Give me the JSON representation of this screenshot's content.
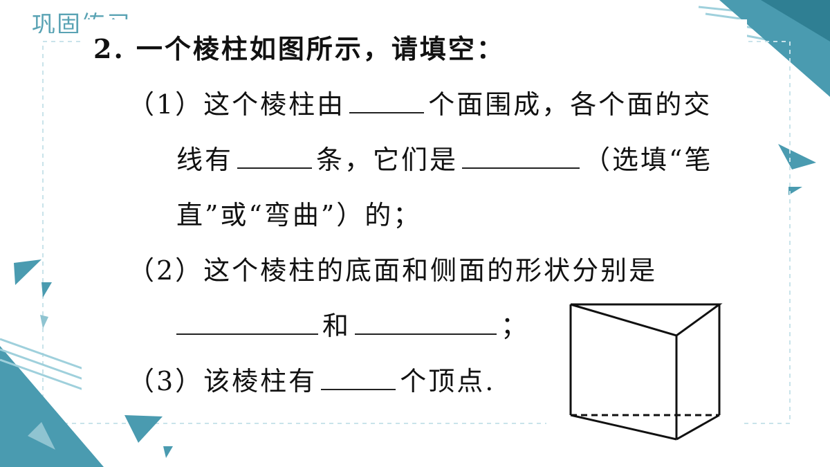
{
  "header": {
    "section_title": "巩固练习"
  },
  "question": {
    "stem": "2. 一个棱柱如图所示，请填空：",
    "p1_a": "（1）这个棱柱由",
    "p1_b": "个面围成，各个面的交",
    "p1_c": "线有",
    "p1_d": "条，它们是",
    "p1_e": "（选填“笔",
    "p1_f": "直”或“弯曲”）的；",
    "p2_a": "（2）这个棱柱的底面和侧面的形状分别是",
    "p2_b": "和",
    "p2_c": "；",
    "p3_a": "（3）该棱柱有",
    "p3_b": "个顶点."
  },
  "colors": {
    "accent": "#4a9bb0",
    "accent_light": "#a9d3dd"
  },
  "figure": {
    "shape": "triangular-prism-icon"
  }
}
